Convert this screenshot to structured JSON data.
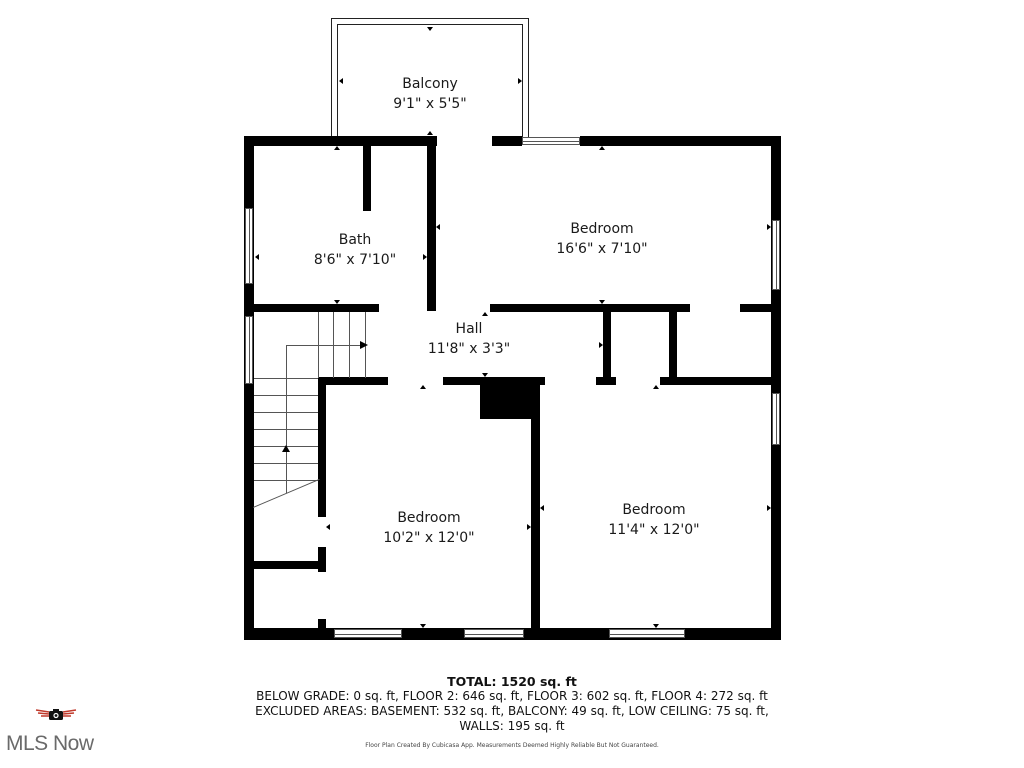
{
  "floor_plan": {
    "rooms": [
      {
        "id": "balcony",
        "name": "Balcony",
        "dimensions": "9'1\" x 5'5\""
      },
      {
        "id": "bath",
        "name": "Bath",
        "dimensions": "8'6\" x 7'10\""
      },
      {
        "id": "bedroom_top",
        "name": "Bedroom",
        "dimensions": "16'6\" x 7'10\""
      },
      {
        "id": "hall",
        "name": "Hall",
        "dimensions": "11'8\" x 3'3\""
      },
      {
        "id": "bedroom_left",
        "name": "Bedroom",
        "dimensions": "10'2\" x 12'0\""
      },
      {
        "id": "bedroom_right",
        "name": "Bedroom",
        "dimensions": "11'4\" x 12'0\""
      }
    ]
  },
  "summary": {
    "total": "TOTAL: 1520 sq. ft",
    "line1": "BELOW GRADE: 0 sq. ft, FLOOR 2: 646 sq. ft, FLOOR 3: 602 sq. ft, FLOOR 4: 272 sq. ft",
    "line2": "EXCLUDED AREAS: BASEMENT: 532 sq. ft, BALCONY: 49 sq. ft, LOW CEILING: 75 sq. ft,",
    "line3": "WALLS: 195 sq. ft",
    "credit": "Floor Plan Created By Cubicasa App. Measurements Deemed Highly Reliable But Not Guaranteed."
  },
  "branding": {
    "logo_text": "MLS Now",
    "logo_icon": "winged-camera-icon",
    "wing_color": "#c0392b"
  }
}
